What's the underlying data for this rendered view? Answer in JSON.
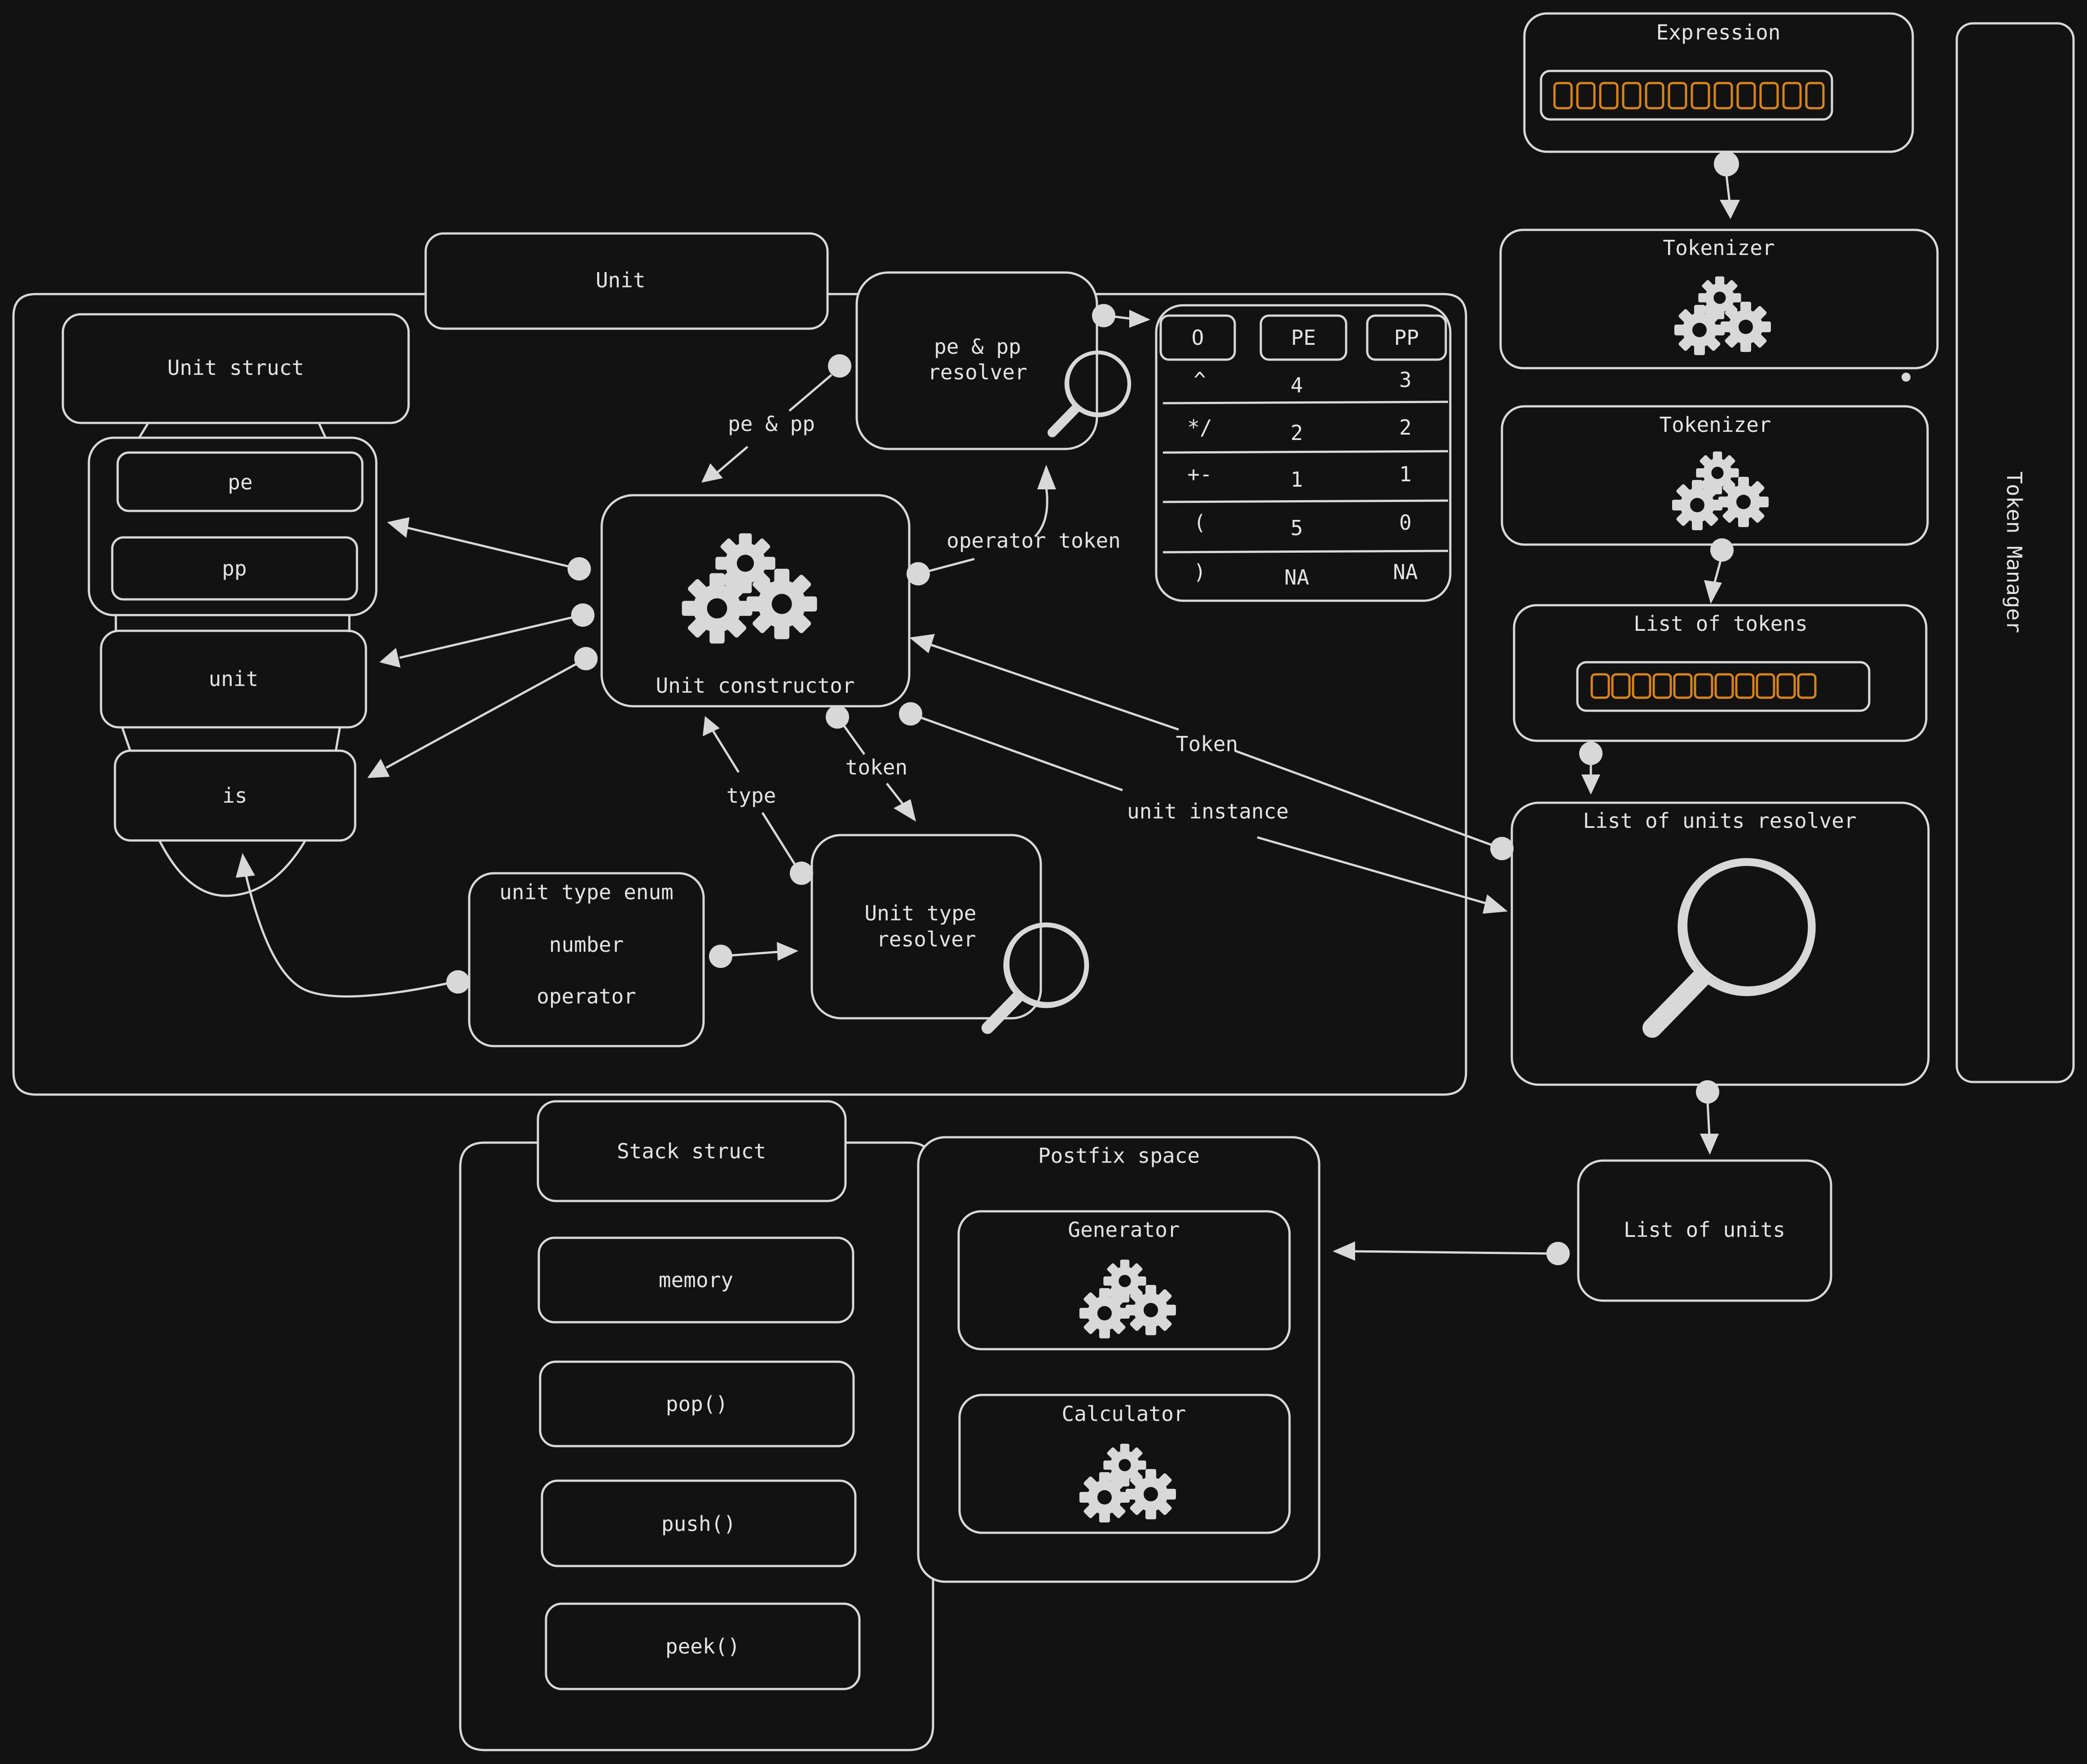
{
  "manager": "Token Manager",
  "expression": {
    "title": "Expression"
  },
  "tokenizers": [
    "Tokenizer",
    "Tokenizer"
  ],
  "list_of_tokens": {
    "title": "List of tokens"
  },
  "units_resolver": {
    "title": "List of units resolver"
  },
  "list_of_units": "List of units",
  "unit": {
    "title": "Unit",
    "struct": "Unit struct",
    "fields": [
      "pe",
      "pp",
      "unit",
      "is"
    ],
    "constructor": "Unit constructor",
    "pe_pp_resolver": [
      "pe & pp",
      "resolver"
    ],
    "type_enum": [
      "unit type enum",
      "number",
      "operator"
    ],
    "type_resolver": [
      "Unit type",
      "resolver"
    ]
  },
  "table": {
    "headers": [
      "O",
      "PE",
      "PP"
    ],
    "rows": [
      [
        "^",
        "4",
        "3"
      ],
      [
        "*/",
        "2",
        "2"
      ],
      [
        "+-",
        "1",
        "1"
      ],
      [
        "(",
        "5",
        "0"
      ],
      [
        ")",
        "NA",
        "NA"
      ]
    ]
  },
  "edges": {
    "pe_pp": "pe & pp",
    "operator_token": "operator token",
    "type": "type",
    "token": "token",
    "token_cap": "Token",
    "unit_instance": "unit instance"
  },
  "stack": {
    "title": "Stack struct",
    "items": [
      "memory",
      "pop()",
      "push()",
      "peek()"
    ]
  },
  "postfix": {
    "title": "Postfix space",
    "generator": "Generator",
    "calculator": "Calculator"
  }
}
